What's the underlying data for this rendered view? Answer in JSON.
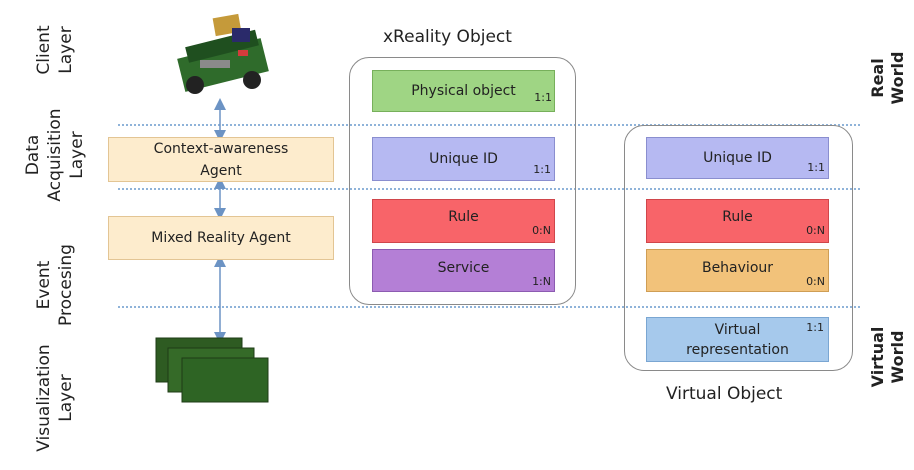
{
  "layers": {
    "client": "Client\nLayer",
    "data_acquisition": "Data\nAcquisition\nLayer",
    "event_processing": "Event\nProcesing",
    "visualization": "Visualization\nLayer"
  },
  "worlds": {
    "real": "Real\nWorld",
    "virtual": "Virtual\nWorld"
  },
  "agents": {
    "context": "Context-awareness\nAgent",
    "mixed": "Mixed Reality Agent"
  },
  "xreality": {
    "title": "xReality Object",
    "items": [
      {
        "label": "Physical object",
        "card": "1:1",
        "color": "#9fd584"
      },
      {
        "label": "Unique ID",
        "card": "1:1",
        "color": "#b6b9f2"
      },
      {
        "label": "Rule",
        "card": "0:N",
        "color": "#f86469"
      },
      {
        "label": "Service",
        "card": "1:N",
        "color": "#b47fd6"
      }
    ]
  },
  "virtual_object": {
    "title": "Virtual Object",
    "items": [
      {
        "label": "Unique ID",
        "card": "1:1",
        "color": "#b6b9f2"
      },
      {
        "label": "Rule",
        "card": "0:N",
        "color": "#f86469"
      },
      {
        "label": "Behaviour",
        "card": "0:N",
        "color": "#f2c27a"
      },
      {
        "label": "Virtual\nrepresentation",
        "card": "1:1",
        "color": "#a6c9ec"
      }
    ]
  },
  "colors": {
    "arrow": "#6c93c4",
    "dash": "#8fb3d9",
    "agent_fill": "#fdeccd",
    "screen": "#2e5b22"
  }
}
